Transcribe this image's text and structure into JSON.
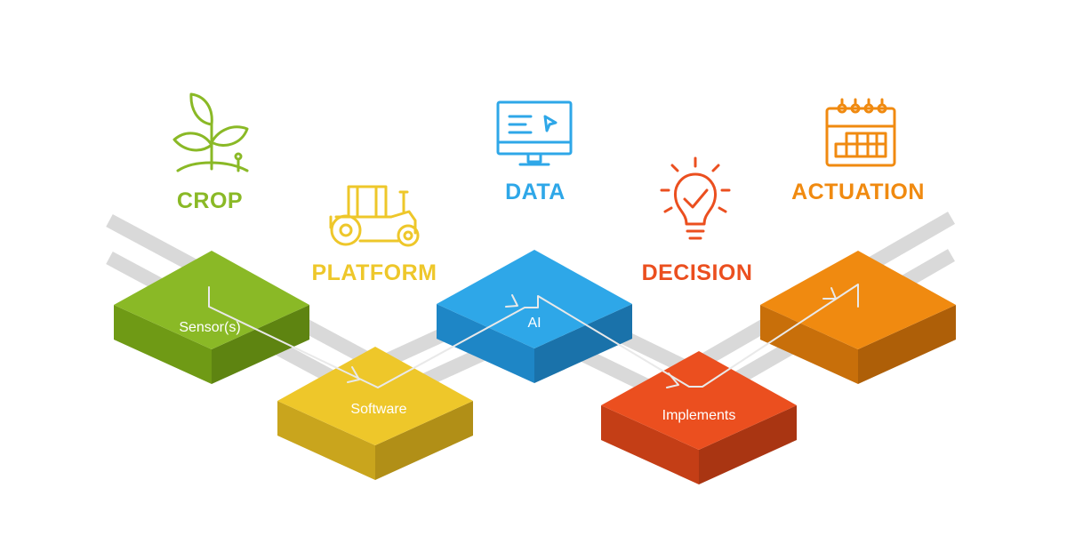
{
  "colors": {
    "crop": "#8ab926",
    "platform": "#eec72a",
    "data": "#2ea7e8",
    "decision": "#eb4f1f",
    "actuation": "#f08a10",
    "track": "#d9d9d9",
    "arrow": "#ffffff"
  },
  "stages": [
    {
      "id": "crop",
      "heading": "CROP",
      "label": "Sensor(s)",
      "icon": "plant-sprout-icon"
    },
    {
      "id": "platform",
      "heading": "PLATFORM",
      "label": "Software",
      "icon": "tractor-icon"
    },
    {
      "id": "data",
      "heading": "DATA",
      "label": "AI",
      "icon": "computer-monitor-icon"
    },
    {
      "id": "decision",
      "heading": "DECISION",
      "label": "Implements",
      "icon": "lightbulb-check-icon"
    },
    {
      "id": "actuation",
      "heading": "ACTUATION",
      "label": "",
      "icon": "calendar-icon"
    }
  ]
}
